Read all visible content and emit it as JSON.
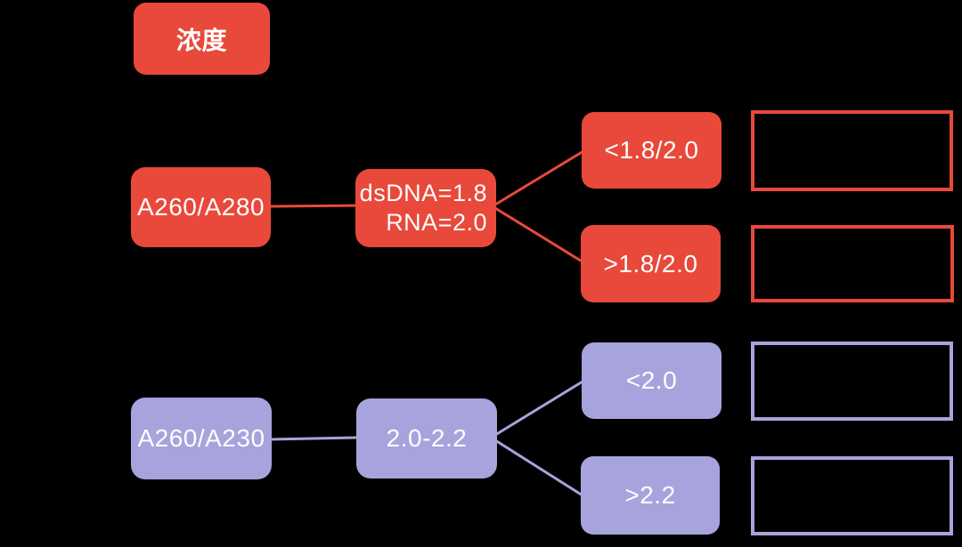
{
  "colors": {
    "red": "#E8493B",
    "purple": "#A7A3DC",
    "background": "#000000",
    "text_on_node": "#FFFFFF"
  },
  "nodes": {
    "concentration": "浓度",
    "a260_280": "A260/A280",
    "dsdna_ref_line1": "dsDNA=1.8",
    "dsdna_ref_line2": "RNA=2.0",
    "outcome_lt_18": "<1.8/2.0",
    "outcome_gt_18": ">1.8/2.0",
    "a260_230": "A260/A230",
    "ref_2022": "2.0-2.2",
    "outcome_lt_20": "<2.0",
    "outcome_gt_22": ">2.2"
  }
}
